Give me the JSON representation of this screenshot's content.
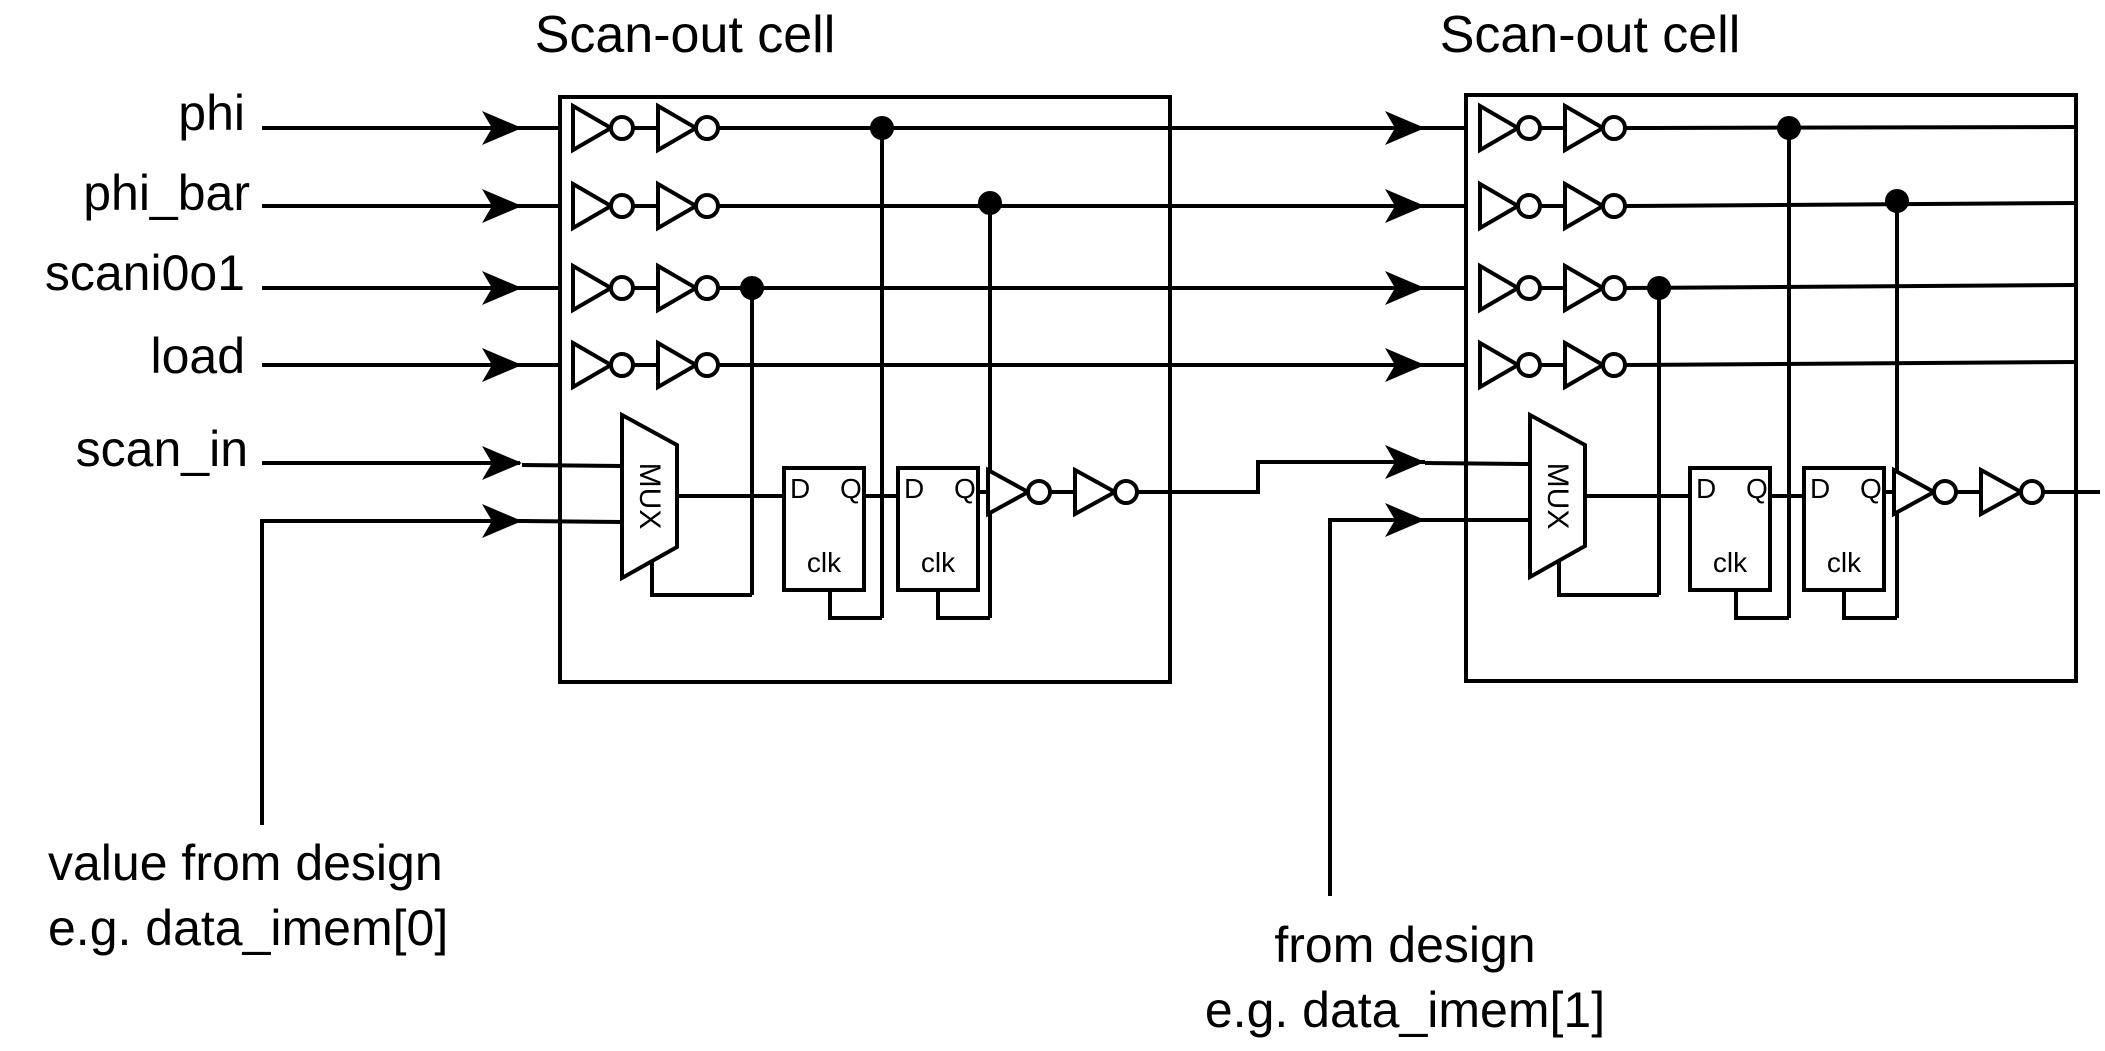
{
  "cells": [
    {
      "title": "Scan-out cell",
      "mux_label": "MUX",
      "ff_d": "D",
      "ff_q": "Q",
      "ff_clk": "clk"
    },
    {
      "title": "Scan-out cell",
      "mux_label": "MUX",
      "ff_d": "D",
      "ff_q": "Q",
      "ff_clk": "clk"
    }
  ],
  "signals": {
    "phi": "phi",
    "phi_bar": "phi_bar",
    "scani0o1": "scani0o1",
    "load": "load",
    "scan_in": "scan_in"
  },
  "annotations": {
    "design0_line1": "value from design",
    "design0_line2": "e.g. data_imem[0]",
    "design1_line1": "from design",
    "design1_line2": "e.g. data_imem[1]"
  }
}
